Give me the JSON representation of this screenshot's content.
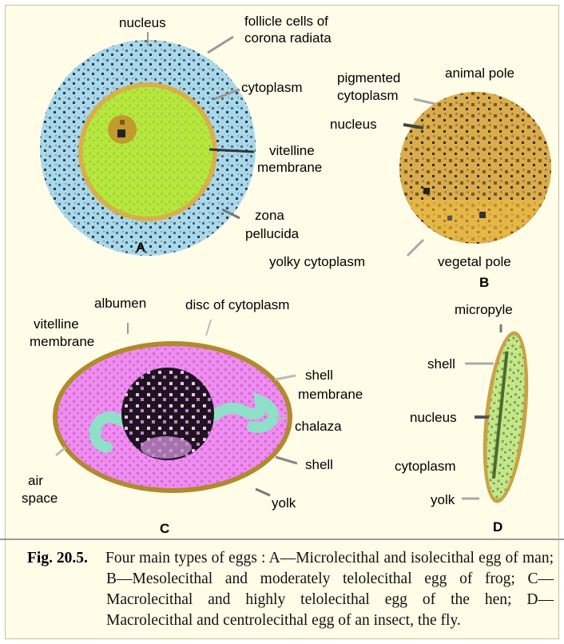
{
  "eggA": {
    "letter": "A",
    "labels": {
      "nucleus": "nucleus",
      "follicle_1": "follicle cells of",
      "follicle_2": "corona radiata",
      "cytoplasm": "cytoplasm",
      "vitelline_1": "vitelline",
      "vitelline_2": "membrane",
      "zona_1": "zona",
      "zona_2": "pellucida"
    }
  },
  "eggB": {
    "letter": "B",
    "labels": {
      "pigmented_1": "pigmented",
      "pigmented_2": "cytoplasm",
      "animal_pole": "animal pole",
      "nucleus": "nucleus",
      "yolky": "yolky cytoplasm",
      "vegetal_pole": "vegetal pole"
    }
  },
  "eggC": {
    "letter": "C",
    "labels": {
      "albumen": "albumen",
      "disc": "disc of cytoplasm",
      "vitelline_1": "vitelline",
      "vitelline_2": "membrane",
      "shell_membrane_1": "shell",
      "shell_membrane_2": "membrane",
      "chalaza": "chalaza",
      "shell": "shell",
      "air_1": "air",
      "air_2": "space",
      "yolk": "yolk"
    }
  },
  "eggD": {
    "letter": "D",
    "labels": {
      "micropyle": "micropyle",
      "shell": "shell",
      "nucleus": "nucleus",
      "cytoplasm": "cytoplasm",
      "yolk": "yolk"
    }
  },
  "caption": {
    "label": "Fig. 20.5.",
    "text": "Four main types of eggs : A—Microlecithal and isolecithal egg of man; B—Mesolecithal and moderately telolecithal egg of frog; C—Macrolecithal and highly telolecithal egg of the hen; D— Macrolecithal and centrolecithal egg of an insect, the fly."
  },
  "colors": {
    "background": "#fffde8",
    "corona": "#a8d8ec",
    "ovum_cytoplasm": "#b6e83c",
    "membrane_ring": "#d8b04a",
    "frog_egg": "#d9ac4e",
    "hen_albumen": "#ee8cef",
    "chalaza": "#8fe0c8",
    "yolk_dark": "#1e1420",
    "fly_egg": "#c3e688"
  }
}
